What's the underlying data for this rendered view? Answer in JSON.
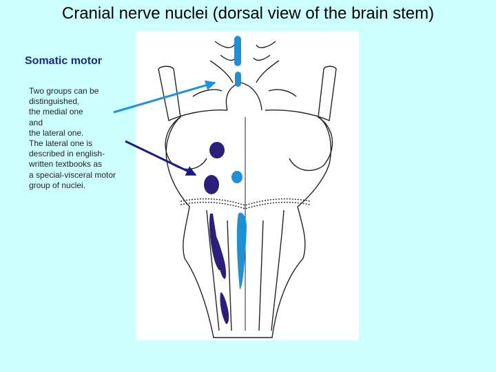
{
  "slide": {
    "title": "Cranial nerve nuclei (dorsal view of the brain stem)",
    "subtitle": "Somatic motor",
    "body_lines": [
      "Two groups can be",
      "distinguished,",
      "the medial one",
      "and",
      "the lateral one.",
      "The lateral one is",
      "described in english-",
      "written textbooks as",
      "a special-visceral motor",
      "group of nuclei."
    ]
  },
  "colors": {
    "background": "#ccffff",
    "subtitle": "#1a2a8a",
    "medial_nuclei": "#1e90d6",
    "lateral_nuclei": "#2a1f7a",
    "arrow_light": "#1e90e0",
    "arrow_dark": "#1a1a8c"
  }
}
